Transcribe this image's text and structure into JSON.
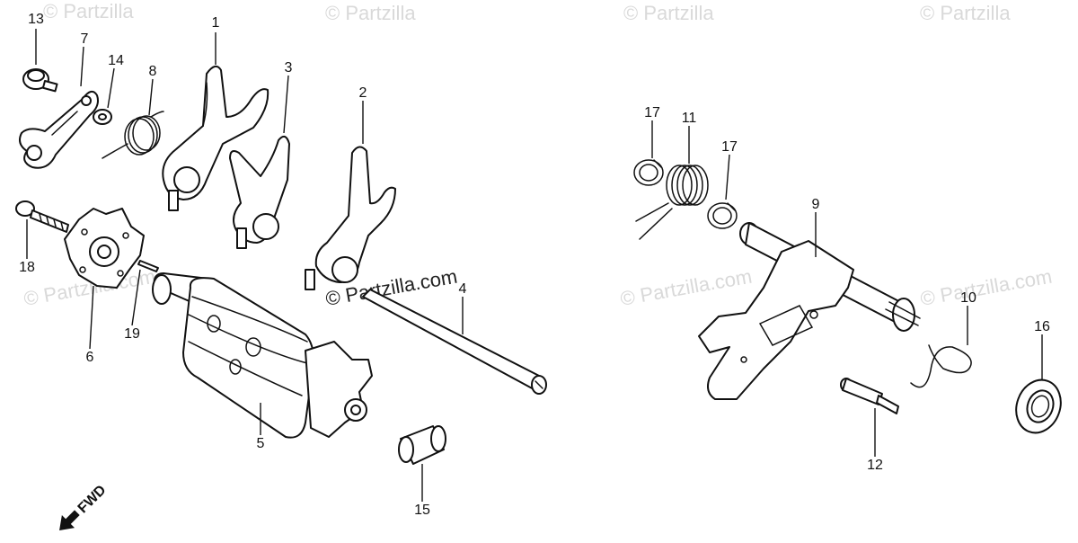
{
  "watermark": {
    "text": "© Partzilla.com",
    "short": "© Partzilla"
  },
  "direction_label": "FWD",
  "callouts": [
    "1",
    "2",
    "3",
    "4",
    "5",
    "6",
    "7",
    "8",
    "9",
    "10",
    "11",
    "12",
    "13",
    "14",
    "15",
    "16",
    "17",
    "17",
    "18",
    "19"
  ]
}
